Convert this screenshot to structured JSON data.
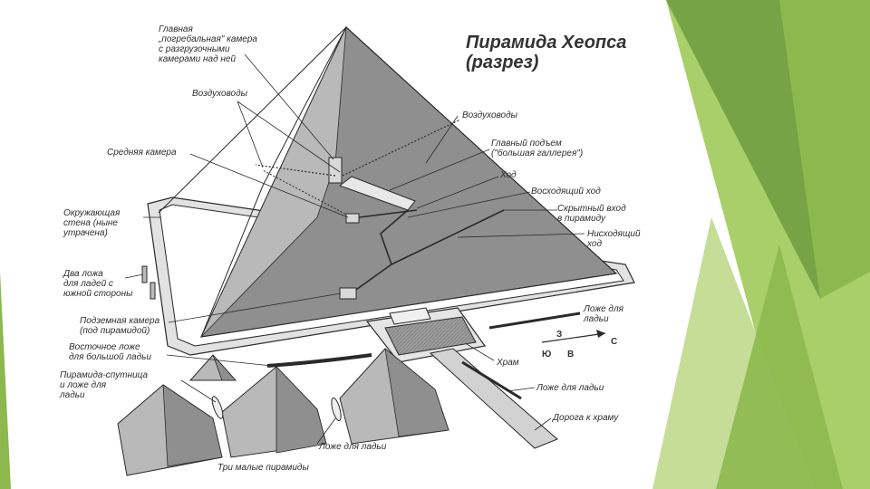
{
  "title": {
    "line1": "Пирамида Хеопса",
    "line2": "(разрез)"
  },
  "labels": {
    "main_chamber": "Главная\n„погребальная\" камера\nс разгрузочными\nкамерами над ней",
    "air_shafts_left": "Воздуховоды",
    "air_shafts_right": "Воздуховоды",
    "middle_chamber": "Средняя камера",
    "grand_gallery": "Главный подъем\n(\"большая галлерея\")",
    "passage": "Ход",
    "ascending_passage": "Восходящий ход",
    "hidden_entrance": "Скрытный вход\nв пирамиду",
    "descending_passage": "Нисходящий\nход",
    "enclosure_wall": "Окружающая\nстена (ныне\nутрачена)",
    "two_boat_pits": "Два ложа\nдля ладей с\nюжной стороны",
    "underground_chamber": "Подземная камера\n(под пирамидой)",
    "east_boat_pit": "Восточное ложе\nдля большой ладьи",
    "satellite_pyramid": "Пирамида-спутница\nи ложе для\nладьи",
    "boat_pit_right": "Ложе для\nладьи",
    "temple": "Храм",
    "boat_pit_causeway": "Ложе для ладьи",
    "causeway": "Дорога к храму",
    "boat_pit_bottom": "Ложе для ладьи",
    "three_small_pyramids": "Три    малые    пирамиды"
  },
  "compass": {
    "north": "С",
    "south": "Ю",
    "east": "В",
    "west": "З"
  },
  "colors": {
    "pyramid_shade": "#8f8f8f",
    "pyramid_light": "#b9b9b9",
    "line": "#2a2a2a",
    "green_dark": "#6e9a3e",
    "green_mid": "#8cb84e",
    "green_light": "#a9cf6a",
    "green_pale": "#c5dd97"
  }
}
